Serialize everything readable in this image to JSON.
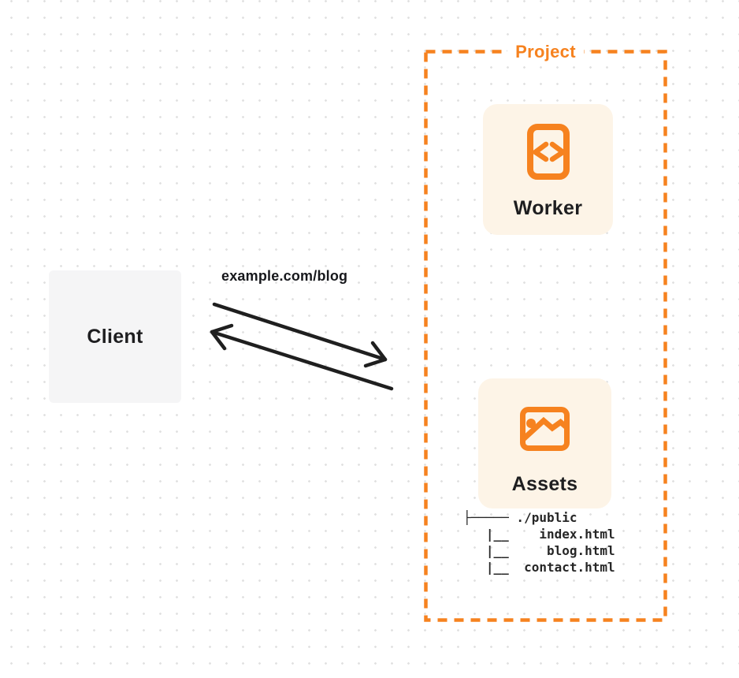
{
  "colors": {
    "accent_orange": "#f6821f",
    "card_background": "#fdf4e7",
    "client_background": "#f5f5f6",
    "arrow": "#1f1f1f",
    "text_dark": "#1e1e20",
    "dot_grid": "#e1e1e1"
  },
  "client": {
    "label": "Client"
  },
  "request": {
    "url": "example.com/blog"
  },
  "project": {
    "label": "Project",
    "worker": {
      "label": "Worker",
      "icon": "code-document-icon"
    },
    "assets": {
      "label": "Assets",
      "icon": "image-icon",
      "tree": [
        "├───── ./public",
        "   |__    index.html",
        "   |__     blog.html",
        "   |__  contact.html"
      ]
    }
  }
}
